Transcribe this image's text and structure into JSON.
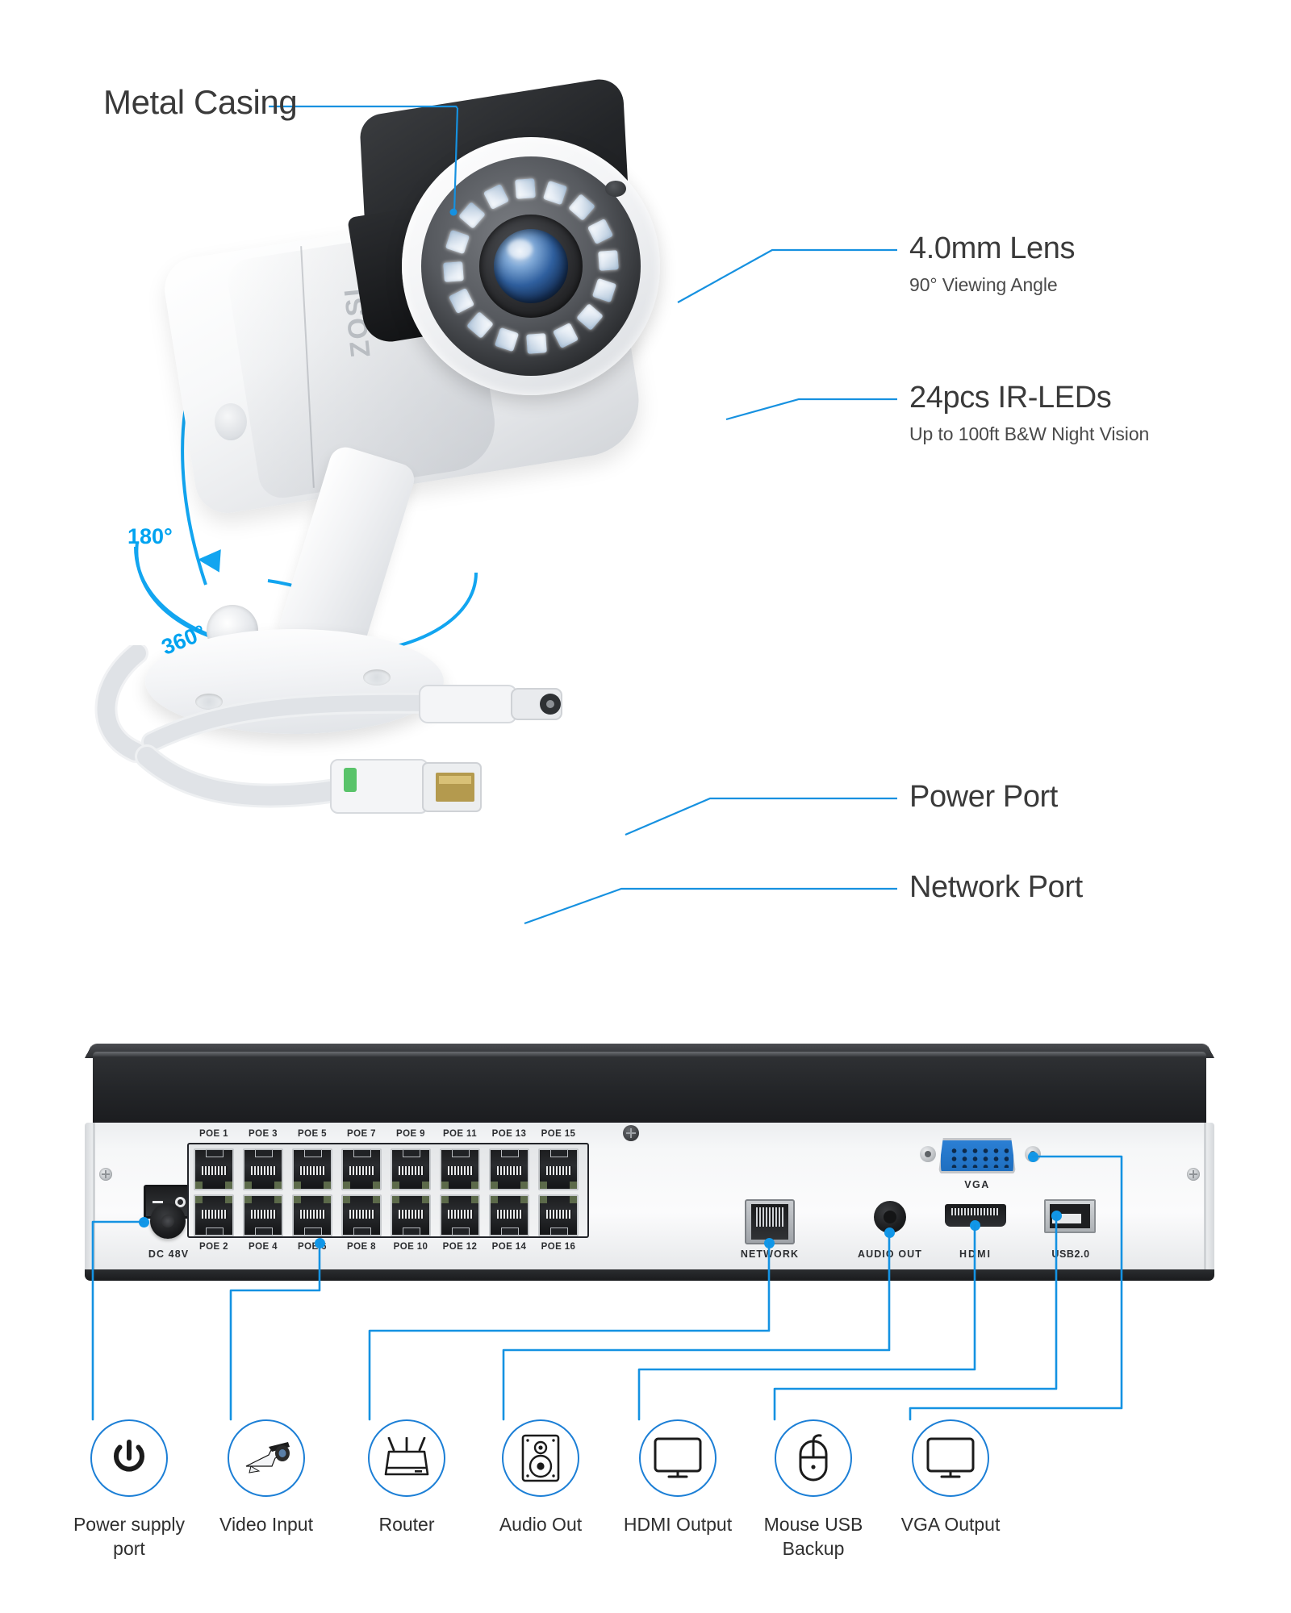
{
  "brand": {
    "logo": "ZOSI"
  },
  "colors": {
    "accent": "#1197E8",
    "accent_bright": "#00A3F0",
    "icon_ring": "#1C7FD6",
    "text_dark": "#3a3a3a",
    "vga_blue": "#2b7fd4"
  },
  "camera_callouts": [
    {
      "id": "metal-casing",
      "title": "Metal Casing",
      "subtitle": ""
    },
    {
      "id": "lens",
      "title": "4.0mm Lens",
      "subtitle": "90° Viewing Angle"
    },
    {
      "id": "ir-leds",
      "title": "24pcs IR-LEDs",
      "subtitle": "Up to 100ft B&W Night Vision"
    },
    {
      "id": "power-port",
      "title": "Power Port",
      "subtitle": ""
    },
    {
      "id": "network-port",
      "title": "Network Port",
      "subtitle": ""
    }
  ],
  "rotation": {
    "tilt": "180°",
    "pan": "360°"
  },
  "nvr": {
    "poe_top_labels": [
      "POE 1",
      "POE 3",
      "POE 5",
      "POE 7",
      "POE 9",
      "POE 11",
      "POE 13",
      "POE 15"
    ],
    "poe_bottom_labels": [
      "POE 2",
      "POE 4",
      "POE 6",
      "POE 8",
      "POE 10",
      "POE 12",
      "POE 14",
      "POE 16"
    ],
    "power_label": "DC 48V",
    "network_label": "NETWORK",
    "audio_label": "AUDIO OUT",
    "hdmi_label": "HDMI",
    "vga_label": "VGA",
    "usb_label": "USB2.0"
  },
  "legend": [
    {
      "icon": "power-icon",
      "label_line1": "Power supply",
      "label_line2": "port"
    },
    {
      "icon": "camera-icon",
      "label_line1": "Video Input",
      "label_line2": ""
    },
    {
      "icon": "router-icon",
      "label_line1": "Router",
      "label_line2": ""
    },
    {
      "icon": "speaker-icon",
      "label_line1": "Audio Out",
      "label_line2": ""
    },
    {
      "icon": "monitor-icon",
      "label_line1": "HDMI Output",
      "label_line2": ""
    },
    {
      "icon": "mouse-icon",
      "label_line1": "Mouse USB",
      "label_line2": "Backup"
    },
    {
      "icon": "monitor-icon",
      "label_line1": "VGA Output",
      "label_line2": ""
    }
  ]
}
